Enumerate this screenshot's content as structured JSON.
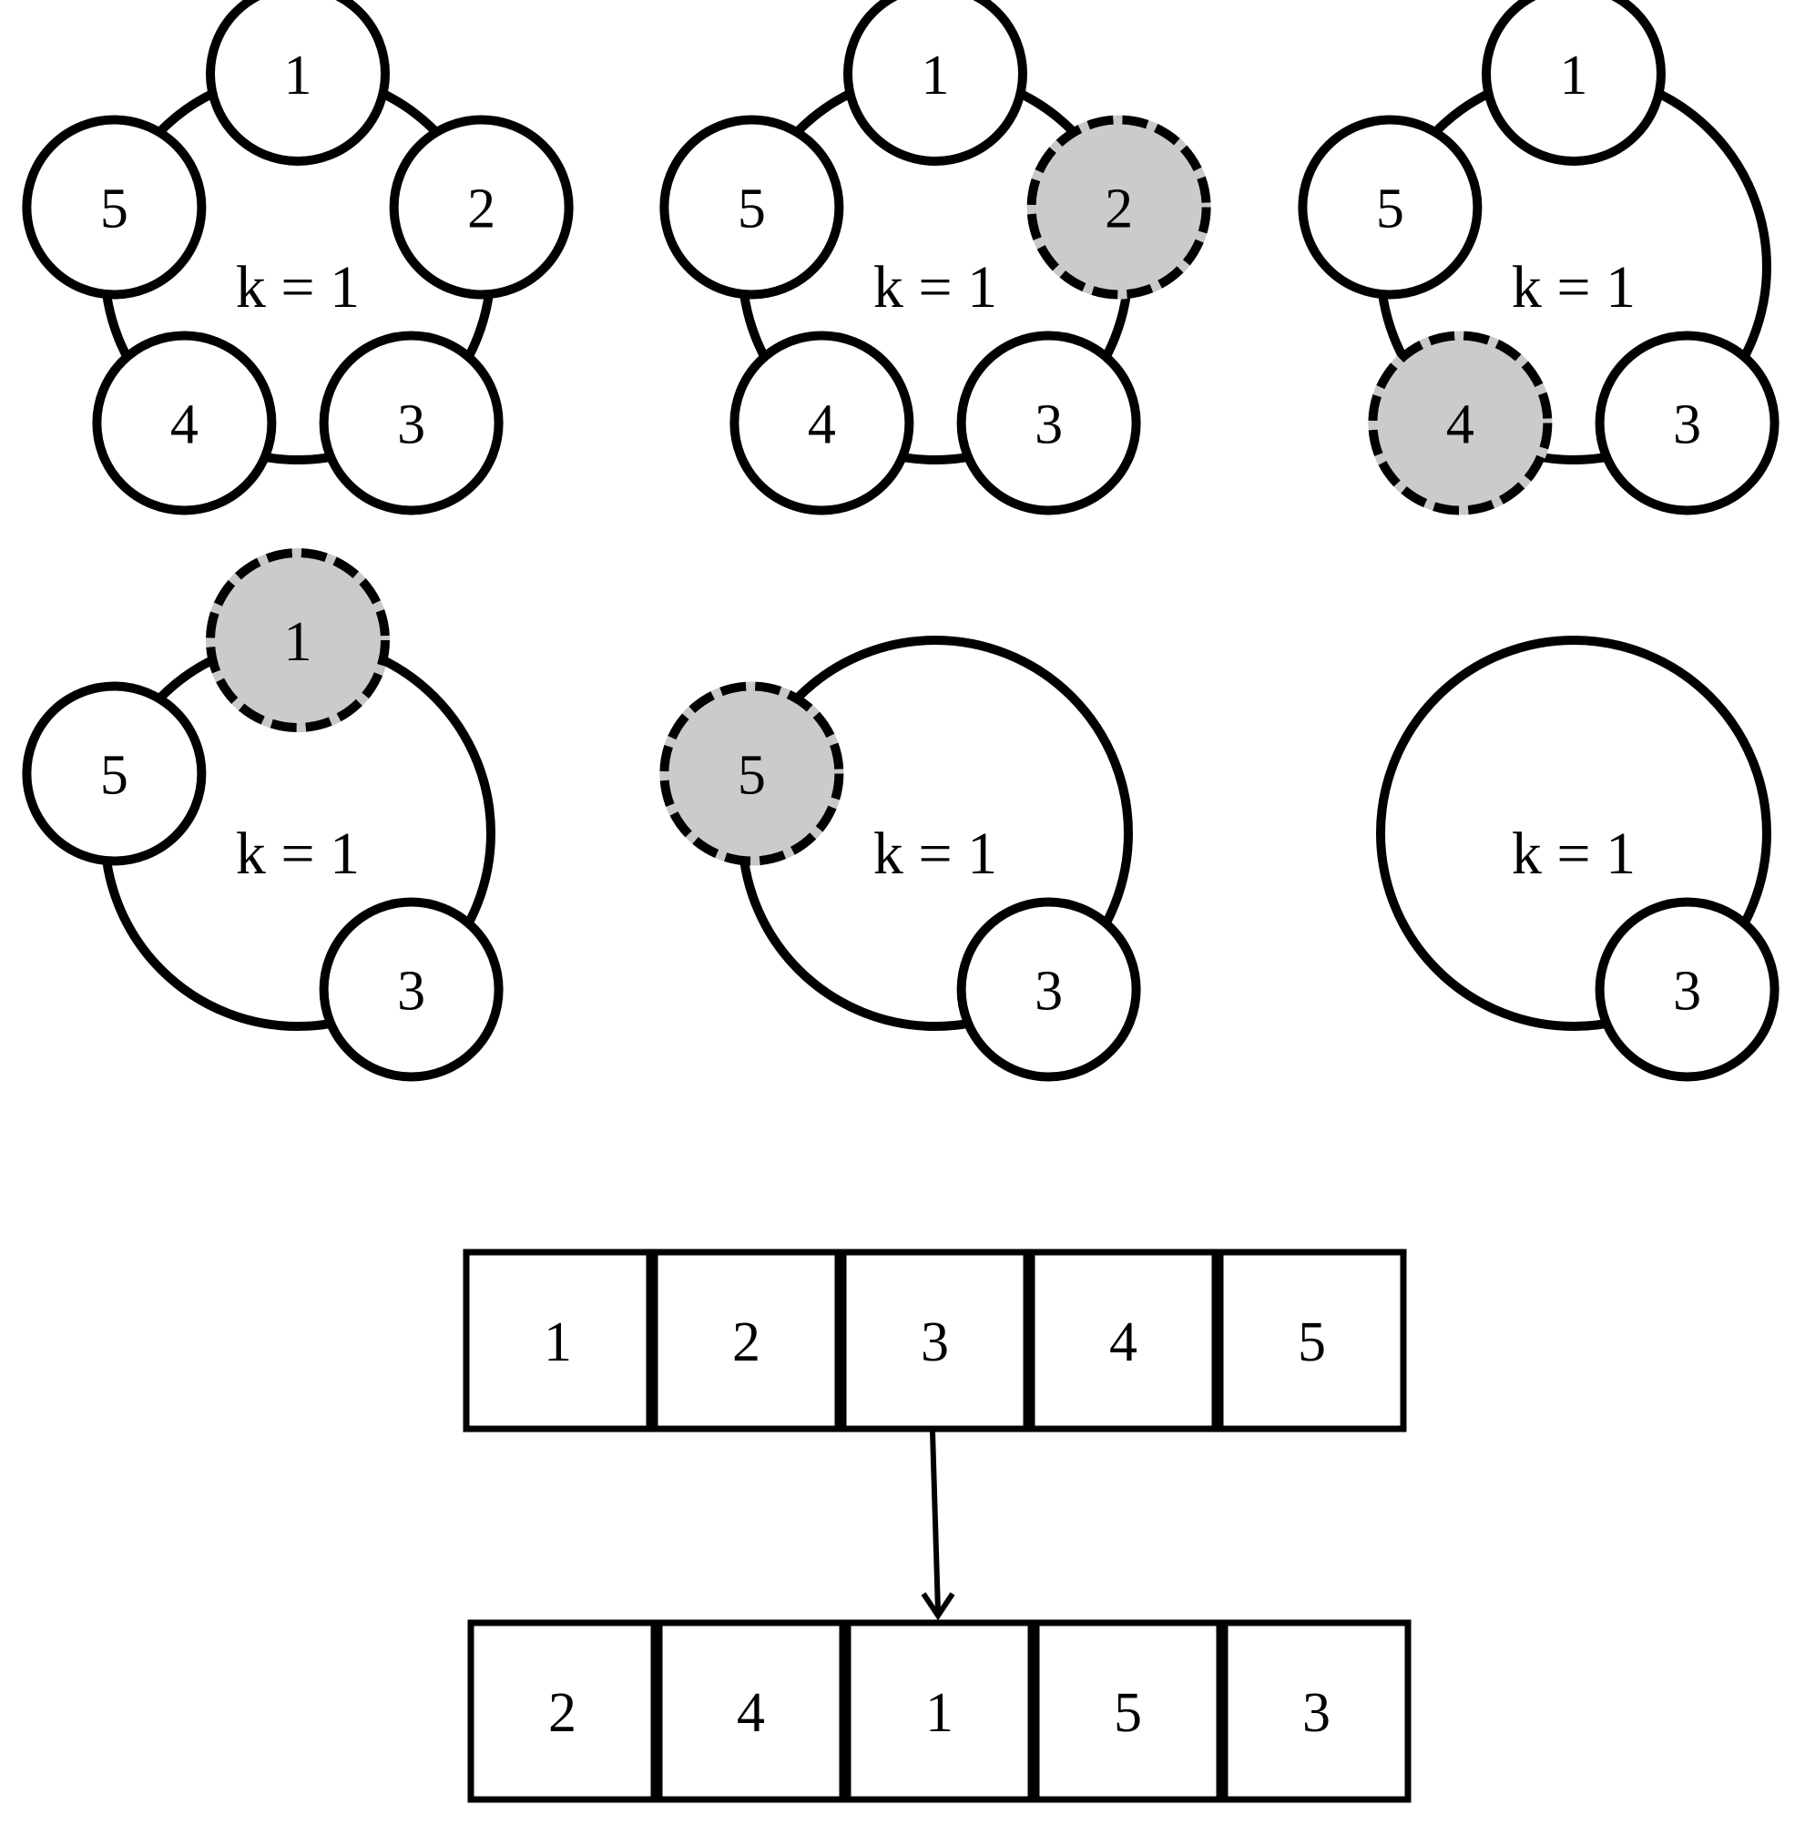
{
  "panels": [
    {
      "k_label": "k = 1",
      "nodes": [
        {
          "label": "1",
          "eliminated": false
        },
        {
          "label": "2",
          "eliminated": false
        },
        {
          "label": "3",
          "eliminated": false
        },
        {
          "label": "4",
          "eliminated": false
        },
        {
          "label": "5",
          "eliminated": false
        }
      ]
    },
    {
      "k_label": "k = 1",
      "nodes": [
        {
          "label": "1",
          "eliminated": false
        },
        {
          "label": "2",
          "eliminated": true
        },
        {
          "label": "3",
          "eliminated": false
        },
        {
          "label": "4",
          "eliminated": false
        },
        {
          "label": "5",
          "eliminated": false
        }
      ]
    },
    {
      "k_label": "k = 1",
      "nodes": [
        {
          "label": "1",
          "eliminated": false
        },
        {
          "label": "3",
          "eliminated": false
        },
        {
          "label": "4",
          "eliminated": true
        },
        {
          "label": "5",
          "eliminated": false
        }
      ]
    },
    {
      "k_label": "k = 1",
      "nodes": [
        {
          "label": "1",
          "eliminated": true
        },
        {
          "label": "3",
          "eliminated": false
        },
        {
          "label": "5",
          "eliminated": false
        }
      ]
    },
    {
      "k_label": "k = 1",
      "nodes": [
        {
          "label": "3",
          "eliminated": false
        },
        {
          "label": "5",
          "eliminated": true
        }
      ]
    },
    {
      "k_label": "k = 1",
      "nodes": [
        {
          "label": "3",
          "eliminated": false
        }
      ]
    }
  ],
  "input_sequence": [
    "1",
    "2",
    "3",
    "4",
    "5"
  ],
  "output_sequence": [
    "2",
    "4",
    "1",
    "5",
    "3"
  ],
  "colors": {
    "stroke": "#000000",
    "eliminated_fill": "#cbcbcb",
    "background": "#ffffff"
  }
}
